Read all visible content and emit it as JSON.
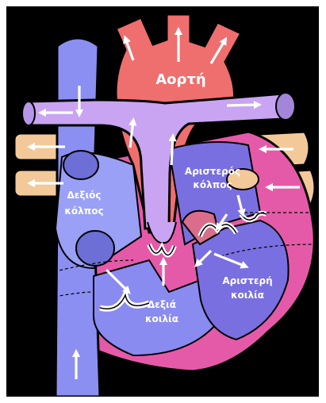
{
  "diagram": {
    "labels": {
      "aorta": "Αορτή",
      "left_atrium_line1": "Αριστερός",
      "left_atrium_line2": "κόλπος",
      "right_atrium_line1": "Δεξιός",
      "right_atrium_line2": "κόλπος",
      "right_ventricle_line1": "Δεξιά",
      "right_ventricle_line2": "κοιλία",
      "left_ventricle_line1": "Αριστερή",
      "left_ventricle_line2": "κοιλία"
    },
    "colors": {
      "background": "#000000",
      "aorta": "#ef6e6e",
      "vena_cava": "#8b8ff1",
      "pulmonary_artery": "#c9a4f2",
      "pulmonary_veins": "#f3c99a",
      "heart_wall": "#e55aa8",
      "right_chambers": "#8a8bf0",
      "left_chambers": "#7a6fe0",
      "arrows": "#ffffff"
    },
    "icons": [
      "flow-arrow-icon"
    ]
  }
}
